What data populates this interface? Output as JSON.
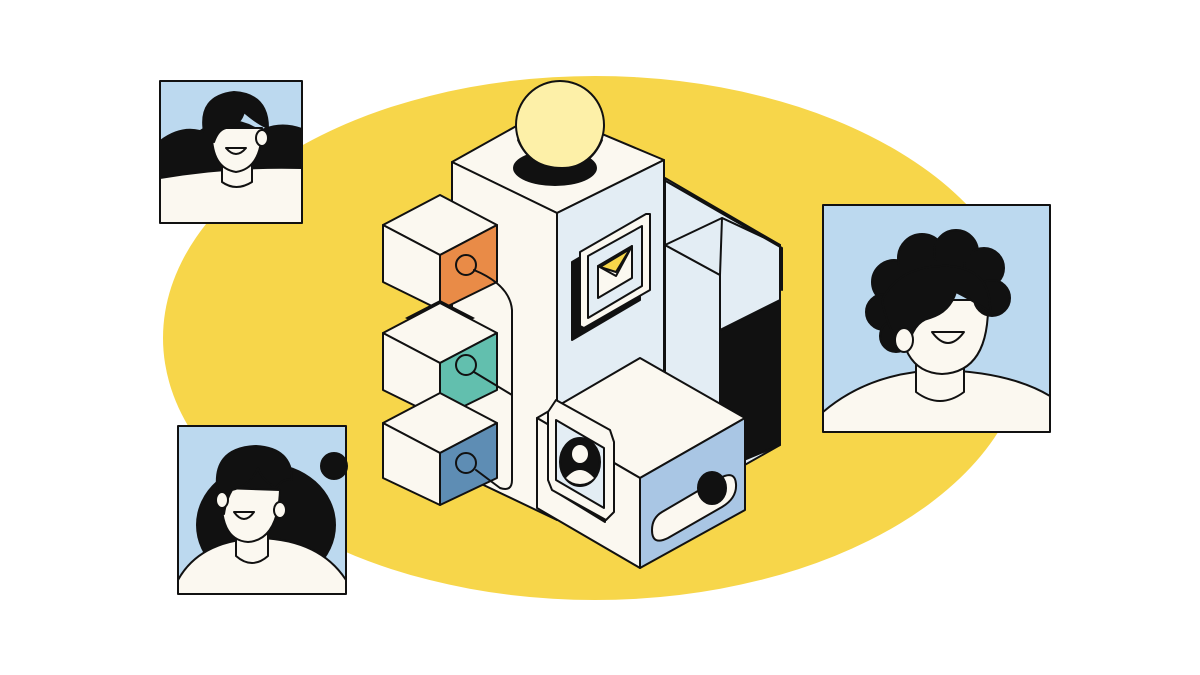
{
  "palette": {
    "background": "#ffffff",
    "yellow_blob": "#f7d64a",
    "ink": "#111111",
    "cream": "#fbf8f0",
    "sky": "#bcd9ef",
    "pale_blue": "#e3edf4",
    "orange": "#e98b47",
    "teal": "#62bfae",
    "steel_blue": "#5e8db4",
    "light_yellow": "#fdf0a8",
    "toggle_blue": "#a9c6e4"
  },
  "illustration": {
    "avatars": [
      {
        "id": "avatar-top-left",
        "style": "short-bob"
      },
      {
        "id": "avatar-bottom-left",
        "style": "bun"
      },
      {
        "id": "avatar-right",
        "style": "curly"
      }
    ],
    "blocks": [
      {
        "id": "cube-orange",
        "color": "orange"
      },
      {
        "id": "cube-teal",
        "color": "teal"
      },
      {
        "id": "cube-blue",
        "color": "steel_blue"
      }
    ],
    "icons": [
      "mail-icon",
      "user-profile-icon",
      "toggle-switch-icon",
      "sphere-light"
    ]
  }
}
